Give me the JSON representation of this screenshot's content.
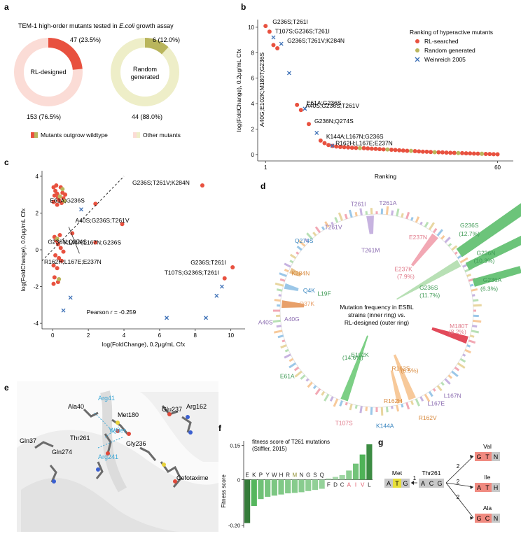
{
  "panels": {
    "a": "a",
    "b": "b",
    "c": "c",
    "d": "d",
    "e": "e",
    "f": "f",
    "g": "g"
  },
  "panel_a": {
    "title_pre": "TEM-1 high-order mutants tested in ",
    "title_ital": "E.coli",
    "title_post": " growth assay",
    "donut1": {
      "center1": "RL-designed",
      "top": "47 (23.5%)",
      "bottom": "153 (76.5%)",
      "fraction": 0.235,
      "color": "#e8513f",
      "bg": "#fbdcd6"
    },
    "donut2": {
      "center1": "Random",
      "center2": "generated",
      "top": "6 (12.0%)",
      "bottom": "44 (88.0%)",
      "fraction": 0.12,
      "color": "#b9b55c",
      "bg": "#eeeec8"
    },
    "legend": [
      "Mutants outgrow wildtype",
      "Other mutants"
    ]
  },
  "chart_data": [
    {
      "type": "scatter",
      "id": "b",
      "xlabel": "Ranking",
      "ylabel": "log(FoldChange), 0.2μg/mL Cfx",
      "xticks": [
        1,
        60
      ],
      "yticks": [
        0,
        2,
        4,
        6,
        8,
        10
      ],
      "xlim": [
        -1,
        64
      ],
      "ylim": [
        -0.5,
        10.6
      ],
      "legend_title": "Ranking of hyperactive mutants",
      "legend": [
        {
          "name": "RL-searched",
          "color": "#e8513f",
          "marker": "circle"
        },
        {
          "name": "Random generated",
          "color": "#b9b55c",
          "marker": "circle"
        },
        {
          "name": "Weinreich 2005",
          "color": "#3b6fb6",
          "marker": "x"
        }
      ],
      "rl": [
        [
          1,
          10.1
        ],
        [
          2,
          9.65
        ],
        [
          3,
          8.6
        ],
        [
          4,
          8.35
        ],
        [
          9,
          3.9
        ],
        [
          10,
          3.5
        ],
        [
          12,
          2.4
        ],
        [
          15,
          1.1
        ],
        [
          16,
          0.9
        ],
        [
          17,
          0.75
        ],
        [
          18,
          0.68
        ],
        [
          19,
          0.63
        ],
        [
          20,
          0.6
        ],
        [
          21,
          0.58
        ],
        [
          22,
          0.56
        ],
        [
          23,
          0.54
        ],
        [
          24,
          0.52
        ],
        [
          26,
          0.5
        ],
        [
          27,
          0.48
        ],
        [
          28,
          0.46
        ],
        [
          29,
          0.45
        ],
        [
          30,
          0.43
        ],
        [
          31,
          0.41
        ],
        [
          33,
          0.38
        ],
        [
          34,
          0.36
        ],
        [
          35,
          0.34
        ],
        [
          36,
          0.32
        ],
        [
          37,
          0.3
        ],
        [
          39,
          0.27
        ],
        [
          40,
          0.25
        ],
        [
          41,
          0.23
        ],
        [
          42,
          0.22
        ],
        [
          43,
          0.2
        ],
        [
          45,
          0.18
        ],
        [
          46,
          0.17
        ],
        [
          47,
          0.15
        ],
        [
          48,
          0.14
        ],
        [
          49,
          0.13
        ],
        [
          51,
          0.11
        ],
        [
          52,
          0.1
        ],
        [
          53,
          0.09
        ],
        [
          54,
          0.08
        ],
        [
          55,
          0.07
        ],
        [
          56,
          0.06
        ],
        [
          57,
          0.05
        ],
        [
          58,
          0.04
        ],
        [
          59,
          0.03
        ],
        [
          60,
          0.02
        ]
      ],
      "random": [
        [
          25,
          0.51
        ],
        [
          32,
          0.4
        ],
        [
          38,
          0.29
        ],
        [
          44,
          0.19
        ],
        [
          50,
          0.12
        ],
        [
          56,
          0.06
        ]
      ],
      "weinreich": [
        [
          3,
          9.2
        ],
        [
          5,
          8.7
        ],
        [
          7,
          6.4
        ],
        [
          11,
          3.6
        ],
        [
          14,
          1.7
        ],
        [
          18,
          0.7
        ]
      ],
      "annotations": [
        {
          "text": "G236S;T261I",
          "x": 1,
          "y": 10.1
        },
        {
          "text": "T107S;G236S;T261I",
          "x": 2,
          "y": 9.65
        },
        {
          "text": "G236S;T261V;K284N",
          "x": 4,
          "y": 8.35
        },
        {
          "text": "A40S;G236S;T261V",
          "x": 9,
          "y": 3.9
        },
        {
          "text": "E61A;G236S",
          "x": 10,
          "y": 3.5
        },
        {
          "text": "G236N;Q274S",
          "x": 12,
          "y": 2.4
        },
        {
          "text": "K144A;L167N;G236S",
          "x": 15,
          "y": 1.1
        },
        {
          "text": "R162H;L167E;E237N",
          "x": 17,
          "y": 0.75
        }
      ],
      "vertical_annotation": "A40G;E102K;M180T;G236S"
    },
    {
      "type": "scatter",
      "id": "c",
      "xlabel": "log(FoldChange), 0.2μg/mL Cfx",
      "ylabel": "log(FoldChange), 0.0μg/mL Cfx",
      "xticks": [
        0,
        2,
        4,
        6,
        8,
        10
      ],
      "yticks": [
        -4,
        -2,
        0,
        2,
        4
      ],
      "xlim": [
        -0.6,
        10.8
      ],
      "ylim": [
        -4.3,
        4.3
      ],
      "pearson_pre": "Pearson ",
      "pearson_r": "r",
      "pearson_post": " = -0.259",
      "rl": [
        [
          0.05,
          3.4
        ],
        [
          0.15,
          3.2
        ],
        [
          0.25,
          3.05
        ],
        [
          0.1,
          2.95
        ],
        [
          0.3,
          2.85
        ],
        [
          0.45,
          3.4
        ],
        [
          0.55,
          3.1
        ],
        [
          0.2,
          3.5
        ],
        [
          0.35,
          2.7
        ],
        [
          0.6,
          2.8
        ],
        [
          0.05,
          2.6
        ],
        [
          0.5,
          2.55
        ],
        [
          0.25,
          2.45
        ],
        [
          0.7,
          3.0
        ],
        [
          0.1,
          0.7
        ],
        [
          0.2,
          0.5
        ],
        [
          0.3,
          0.3
        ],
        [
          0.45,
          0.1
        ],
        [
          0.6,
          -0.1
        ],
        [
          0.15,
          -0.3
        ],
        [
          0.35,
          -0.45
        ],
        [
          0.5,
          -0.6
        ],
        [
          0.05,
          -0.85
        ],
        [
          0.25,
          -1.0
        ],
        [
          0.1,
          -1.5
        ],
        [
          0.3,
          -1.75
        ],
        [
          0.05,
          -1.85
        ],
        [
          0.4,
          0.8
        ],
        [
          8.4,
          3.5
        ],
        [
          2.4,
          2.5
        ],
        [
          3.9,
          1.4
        ],
        [
          2.4,
          0.4
        ],
        [
          1.1,
          0.9
        ],
        [
          10.1,
          -0.95
        ],
        [
          9.65,
          -1.55
        ]
      ],
      "random": [
        [
          0.55,
          3.3
        ],
        [
          0.4,
          2.9
        ],
        [
          0.65,
          2.65
        ],
        [
          0.25,
          0.6
        ],
        [
          0.35,
          -1.6
        ]
      ],
      "weinreich": [
        [
          1.6,
          2.2
        ],
        [
          1.0,
          -2.6
        ],
        [
          0.6,
          -3.3
        ],
        [
          6.4,
          -3.7
        ],
        [
          8.6,
          -3.7
        ],
        [
          9.2,
          -2.5
        ],
        [
          9.5,
          -2.0
        ]
      ],
      "annotations": [
        {
          "text": "G236S;T261V;K284N",
          "x": 8.4,
          "y": 3.5
        },
        {
          "text": "E61A;G236S",
          "x": 2.4,
          "y": 2.5
        },
        {
          "text": "A40S;G236S;T261V",
          "x": 3.9,
          "y": 1.4
        },
        {
          "text": "G236N;Q274S",
          "x": 2.4,
          "y": 0.4
        },
        {
          "text": "K144A;L167N;G236S",
          "x": 1.1,
          "y": 0.9
        },
        {
          "text": "R162H;L167E;E237N",
          "x": 0.5,
          "y": -0.6
        },
        {
          "text": "G236S;T261I",
          "x": 10.1,
          "y": -0.95
        },
        {
          "text": "T107S;G236S;T261I",
          "x": 9.65,
          "y": -1.55
        }
      ]
    },
    {
      "type": "bar",
      "id": "f",
      "title1": "fitness score of T261 mutations",
      "title2": "(Stiffler, 2015)",
      "ylabel": "Fitness score",
      "yticks": [
        -0.2,
        0,
        0.15
      ],
      "ytick_labels": [
        "-0.20",
        "0",
        "0.15"
      ],
      "ylim": [
        -0.21,
        0.17
      ],
      "categories": [
        "E",
        "K",
        "P",
        "Y",
        "W",
        "H",
        "R",
        "M",
        "N",
        "G",
        "S",
        "Q",
        "F",
        "D",
        "C",
        "A",
        "I",
        "V",
        "L"
      ],
      "values": [
        -0.19,
        -0.115,
        -0.085,
        -0.075,
        -0.07,
        -0.065,
        -0.06,
        -0.058,
        -0.055,
        -0.05,
        -0.045,
        -0.04,
        0.005,
        0.012,
        0.02,
        0.04,
        0.07,
        0.11,
        0.155
      ],
      "label_colors": [
        "#222",
        "#222",
        "#222",
        "#222",
        "#222",
        "#222",
        "#222",
        "#8a8a2a",
        "#222",
        "#222",
        "#222",
        "#222",
        "#222",
        "#222",
        "#222",
        "#e05a6a",
        "#e05a6a",
        "#e05a6a",
        "#222"
      ]
    }
  ],
  "panel_d": {
    "center_text": [
      "Mutation frequency in ESBL",
      "strains (inner ring) vs.",
      "RL-designed (outer ring)"
    ],
    "labels": [
      {
        "text": "T261I",
        "angle": -10,
        "r": 152,
        "color": "#8a6bb0"
      },
      {
        "text": "T261A",
        "angle": 6,
        "r": 152,
        "color": "#8a6bb0"
      },
      {
        "text": "T261V",
        "angle": -28,
        "r": 132,
        "color": "#8a6bb0"
      },
      {
        "text": "T261M",
        "angle": -6,
        "r": 84,
        "color": "#8a6bb0"
      },
      {
        "text": "Q274S",
        "angle": -47,
        "r": 142,
        "color": "#3a86c0"
      },
      {
        "text": "E237N",
        "angle": 30,
        "r": 118,
        "color": "#e07a8a"
      },
      {
        "text": "G236S",
        "angle": 48,
        "r": 178,
        "color": "#3f9a55"
      },
      {
        "text": "(12.7%)",
        "angle": 51,
        "r": 170,
        "color": "#3f9a55"
      },
      {
        "text": "G236N",
        "angle": 63,
        "r": 175,
        "color": "#3f9a55"
      },
      {
        "text": "(10.3%)",
        "angle": 66,
        "r": 168,
        "color": "#3f9a55"
      },
      {
        "text": "G236A",
        "angle": 76,
        "r": 170,
        "color": "#3f9a55"
      },
      {
        "text": "(6.3%)",
        "angle": 80,
        "r": 163,
        "color": "#3f9a55"
      },
      {
        "text": "K284N",
        "angle": -65,
        "r": 120,
        "color": "#d88a3e"
      },
      {
        "text": "Q4K",
        "angle": -75,
        "r": 100,
        "color": "#3a86c0"
      },
      {
        "text": "L19F",
        "angle": -74,
        "r": 78,
        "color": "#3f9a55"
      },
      {
        "text": "E237K",
        "angle": 34,
        "r": 68,
        "color": "#e07a8a"
      },
      {
        "text": "(7.9%)",
        "angle": 42,
        "r": 62,
        "color": "#e07a8a"
      },
      {
        "text": "G236S",
        "angle": 68,
        "r": 80,
        "color": "#3f9a55"
      },
      {
        "text": "(11.7%)",
        "angle": 76,
        "r": 78,
        "color": "#3f9a55"
      },
      {
        "text": "Q37K",
        "angle": -86,
        "r": 100,
        "color": "#e8a06a"
      },
      {
        "text": "A40S",
        "angle": -97,
        "r": 160,
        "color": "#8a6bb0"
      },
      {
        "text": "A40G",
        "angle": -97,
        "r": 122,
        "color": "#8a6bb0"
      },
      {
        "text": "M180T",
        "angle": 102,
        "r": 120,
        "color": "#e07a8a"
      },
      {
        "text": "(8.2%)",
        "angle": 106,
        "r": 120,
        "color": "#e07a8a"
      },
      {
        "text": "E102K",
        "angle": -160,
        "r": 70,
        "color": "#3f9a55"
      },
      {
        "text": "(14.6%)",
        "angle": -154,
        "r": 78,
        "color": "#3f9a55"
      },
      {
        "text": "E61A",
        "angle": -127,
        "r": 160,
        "color": "#3f9a55"
      },
      {
        "text": "R162S",
        "angle": 158,
        "r": 92,
        "color": "#d88a3e"
      },
      {
        "text": "(8.5%)",
        "angle": 152,
        "r": 100,
        "color": "#d88a3e"
      },
      {
        "text": "R162H",
        "angle": 170,
        "r": 134,
        "color": "#d88a3e"
      },
      {
        "text": "L167N",
        "angle": 139,
        "r": 165,
        "color": "#8a6bb0"
      },
      {
        "text": "L167E",
        "angle": 148,
        "r": 160,
        "color": "#8a6bb0"
      },
      {
        "text": "R162V",
        "angle": 155,
        "r": 172,
        "color": "#d88a3e"
      },
      {
        "text": "K144A",
        "angle": 176,
        "r": 168,
        "color": "#3a86c0"
      },
      {
        "text": "T107S",
        "angle": -164,
        "r": 170,
        "color": "#e07a8a"
      }
    ],
    "wedges": [
      {
        "angle": 55,
        "length": 118,
        "color": "#6cc47a",
        "width": 5
      },
      {
        "angle": 64,
        "length": 110,
        "color": "#6cc47a",
        "width": 4
      },
      {
        "angle": 74,
        "length": 70,
        "color": "#6cc47a",
        "width": 4
      },
      {
        "angle": 60,
        "length": 105,
        "color": "#b8e0b5",
        "width": 4,
        "inner": true
      },
      {
        "angle": 108,
        "length": 55,
        "color": "#e24a5a",
        "width": 4,
        "inner": true
      },
      {
        "angle": 38,
        "length": 56,
        "color": "#f2a8b4",
        "width": 4,
        "inner": true
      },
      {
        "angle": -160,
        "length": 100,
        "color": "#7ccf85",
        "width": 4,
        "inner": true
      },
      {
        "angle": 158,
        "length": 70,
        "color": "#f7c99a",
        "width": 4,
        "inner": true
      },
      {
        "angle": 166,
        "length": 50,
        "color": "#f7c99a",
        "width": 3,
        "inner": true
      },
      {
        "angle": -86,
        "length": 34,
        "color": "#e8a06a",
        "width": 4,
        "inner": true
      },
      {
        "angle": -4,
        "length": 28,
        "color": "#c7b3e0",
        "width": 4,
        "inner": true
      },
      {
        "angle": -75,
        "length": 22,
        "color": "#9bc7e8",
        "width": 3,
        "inner": true
      },
      {
        "angle": -65,
        "length": 18,
        "color": "#e8c08a",
        "width": 3,
        "inner": true
      }
    ]
  },
  "panel_e": {
    "labels": [
      {
        "text": "Arg41",
        "color": "#3aa7d6"
      },
      {
        "text": "Ala40",
        "color": "#222"
      },
      {
        "text": "Met180",
        "color": "#222"
      },
      {
        "text": "Glu237",
        "color": "#222"
      },
      {
        "text": "Arg162",
        "color": "#222"
      },
      {
        "text": "Water",
        "color": "#3aa7d6"
      },
      {
        "text": "Thr261",
        "color": "#222"
      },
      {
        "text": "Gln37",
        "color": "#222"
      },
      {
        "text": "Gly236",
        "color": "#222"
      },
      {
        "text": "Gln274",
        "color": "#222"
      },
      {
        "text": "Arg241",
        "color": "#3aa7d6"
      },
      {
        "text": "Cefotaxime",
        "color": "#222"
      }
    ]
  },
  "panel_g": {
    "center_label": "Thr261",
    "center_codon": [
      "A",
      "C",
      "G"
    ],
    "left_label": "Met",
    "left_codon": [
      "A",
      "T",
      "G"
    ],
    "left_step": "1",
    "targets": [
      {
        "label": "Val",
        "codon": [
          "G",
          "T",
          "N"
        ],
        "step": "2"
      },
      {
        "label": "Ile",
        "codon": [
          "A",
          "T",
          "H"
        ],
        "step": "2"
      },
      {
        "label": "Ala",
        "codon": [
          "G",
          "C",
          "N"
        ],
        "step": "2"
      }
    ]
  }
}
